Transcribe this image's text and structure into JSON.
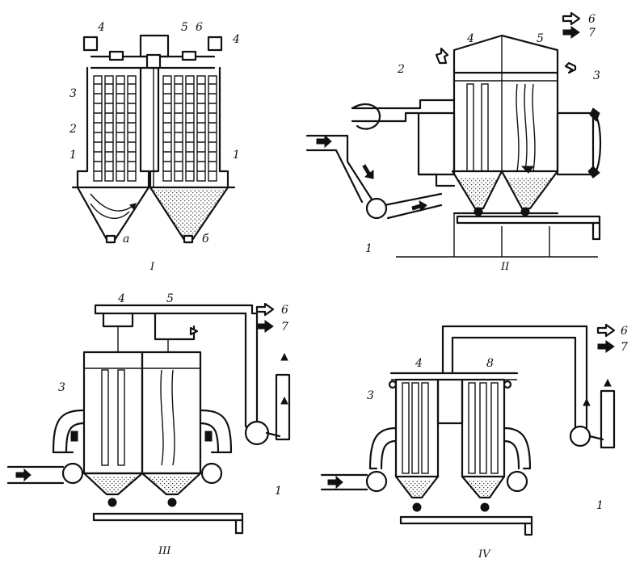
{
  "labels": {
    "n1": "1",
    "n2": "2",
    "n3": "3",
    "n4": "4",
    "n5": "5",
    "n6": "6",
    "n7": "7",
    "n8": "8",
    "a": "а",
    "b": "б"
  },
  "panels": [
    "I",
    "II",
    "III",
    "IV"
  ],
  "legend": {
    "open": "6",
    "solid": "7"
  }
}
